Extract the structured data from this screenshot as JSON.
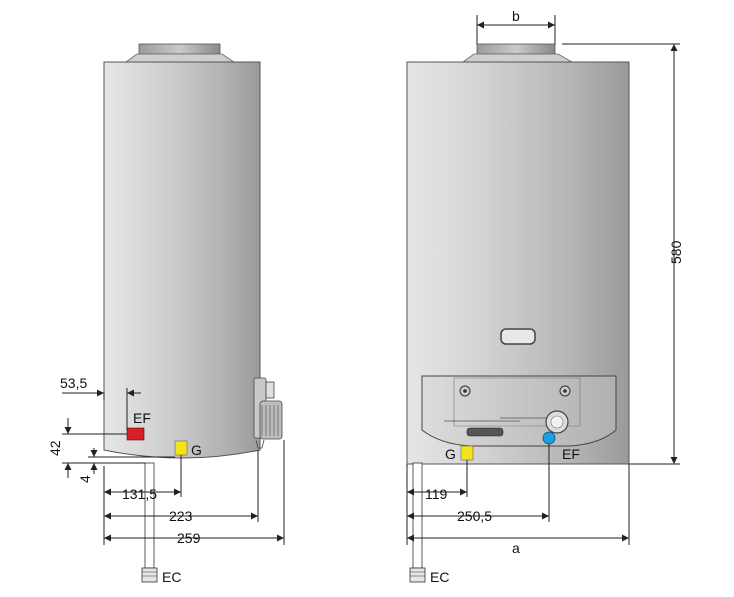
{
  "side_view": {
    "dims": {
      "d1": "53,5",
      "d2": "42",
      "d3": "4",
      "d4": "131,5",
      "d5": "223",
      "d6": "259"
    },
    "labels": {
      "ef": "EF",
      "g": "G",
      "ec": "EC"
    },
    "colors": {
      "ef": "#d61f26",
      "g": "#f4e21a"
    }
  },
  "front_view": {
    "dims": {
      "b": "b",
      "height": "580",
      "d119": "119",
      "d2505": "250,5",
      "a": "a"
    },
    "labels": {
      "g": "G",
      "ef": "EF",
      "ec": "EC"
    },
    "colors": {
      "ef": "#1ea0e0",
      "g": "#f4e21a"
    }
  }
}
